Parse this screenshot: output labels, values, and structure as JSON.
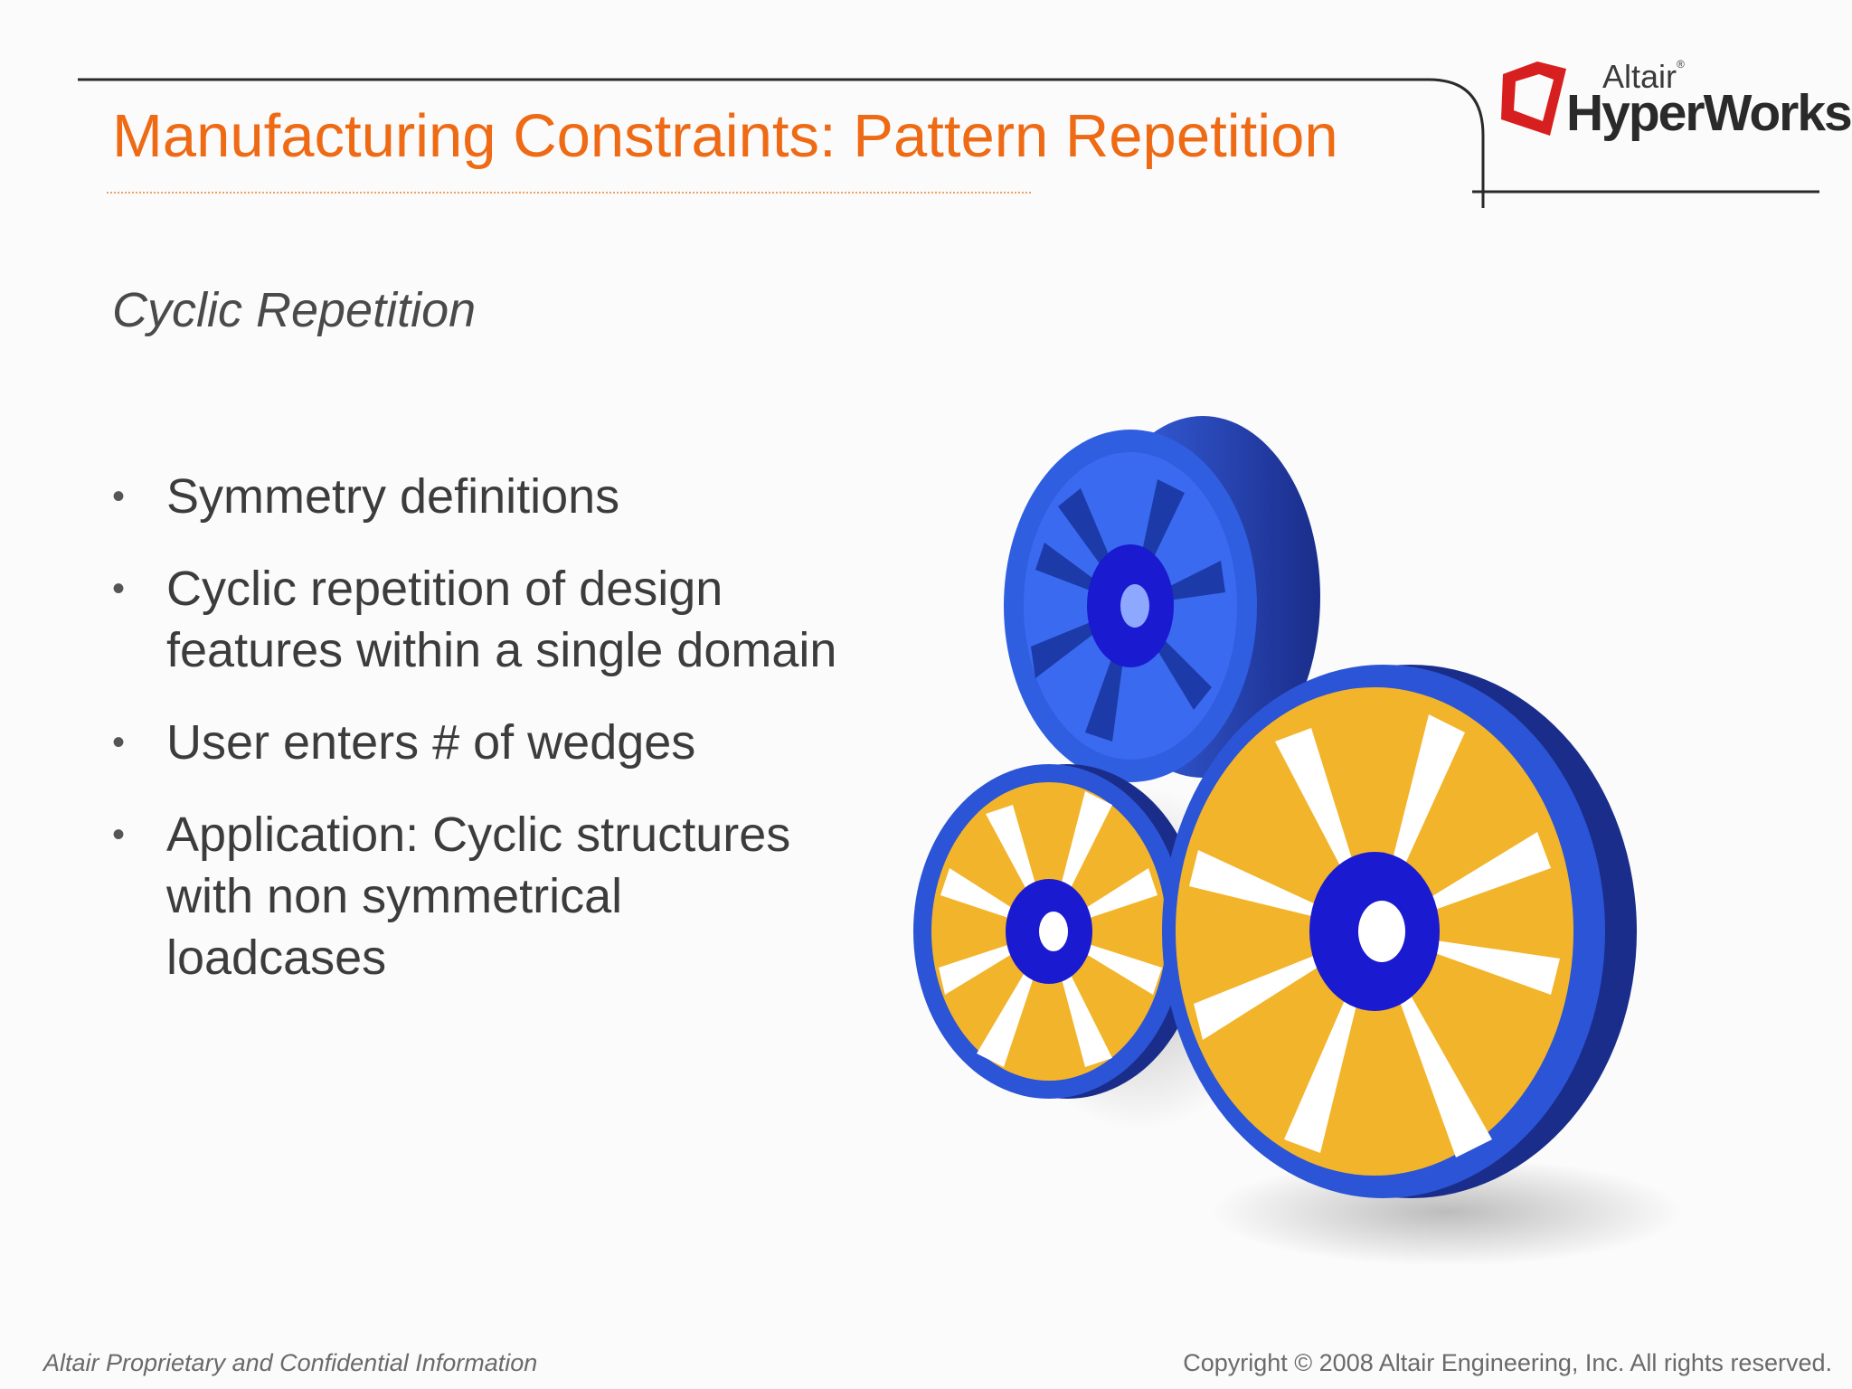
{
  "slide": {
    "title": "Manufacturing Constraints: Pattern Repetition",
    "subtitle": "Cyclic Repetition",
    "bullets": [
      "Symmetry definitions",
      "Cyclic repetition of design features within a  single domain",
      "User enters # of wedges",
      "Application: Cyclic structures with non symmetrical loadcases"
    ],
    "bullet_glyph": "•"
  },
  "logo": {
    "word_small": "Altair",
    "registered": "®",
    "word_large": "HyperWorks"
  },
  "footer": {
    "left": "Altair Proprietary and Confidential Information",
    "right": "Copyright © 2008 Altair Engineering, Inc. All rights reserved."
  },
  "colors": {
    "title": "#ee6a14",
    "rim_blue": "#2b54d6",
    "hub_blue": "#1414c8",
    "spoke_yellow": "#f2b42a",
    "text": "#3c3c3c"
  },
  "images": [
    "wheel-rim-icon",
    "wheel-design-icon",
    "wheel-design-icon"
  ]
}
